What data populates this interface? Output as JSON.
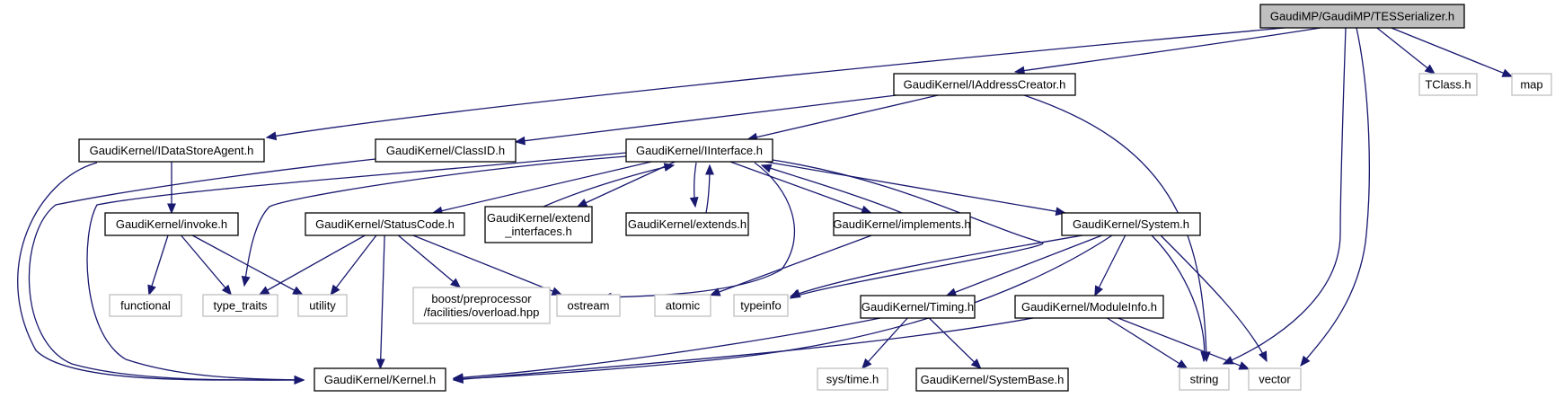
{
  "diagram": {
    "title": "GaudiMP/GaudiMP/TESSerializer.h",
    "colors": {
      "edge": "#191970",
      "root_fill": "#bfbfbf",
      "root_border": "#000000",
      "internal_border": "#000000",
      "external_border": "#bfbfbf",
      "external_text": "#000000"
    },
    "nodes": [
      {
        "id": "root",
        "label": "GaudiMP/GaudiMP/TESSerializer.h",
        "kind": "root"
      },
      {
        "id": "iaddresscreator",
        "label": "GaudiKernel/IAddressCreator.h",
        "kind": "internal"
      },
      {
        "id": "tclass",
        "label": "TClass.h",
        "kind": "external"
      },
      {
        "id": "map",
        "label": "map",
        "kind": "external"
      },
      {
        "id": "idatastoreagent",
        "label": "GaudiKernel/IDataStoreAgent.h",
        "kind": "internal"
      },
      {
        "id": "classid",
        "label": "GaudiKernel/ClassID.h",
        "kind": "internal"
      },
      {
        "id": "iinterface",
        "label": "GaudiKernel/IInterface.h",
        "kind": "internal"
      },
      {
        "id": "invoke",
        "label": "GaudiKernel/invoke.h",
        "kind": "internal"
      },
      {
        "id": "statuscode",
        "label": "GaudiKernel/StatusCode.h",
        "kind": "internal"
      },
      {
        "id": "extend_interfaces",
        "label": [
          "GaudiKernel/extend",
          "_interfaces.h"
        ],
        "kind": "internal"
      },
      {
        "id": "extends",
        "label": "GaudiKernel/extends.h",
        "kind": "internal"
      },
      {
        "id": "implements",
        "label": "GaudiKernel/implements.h",
        "kind": "internal"
      },
      {
        "id": "system",
        "label": "GaudiKernel/System.h",
        "kind": "internal"
      },
      {
        "id": "functional",
        "label": "functional",
        "kind": "external"
      },
      {
        "id": "type_traits",
        "label": "type_traits",
        "kind": "external"
      },
      {
        "id": "utility",
        "label": "utility",
        "kind": "external"
      },
      {
        "id": "boost_overload",
        "label": [
          "boost/preprocessor",
          "/facilities/overload.hpp"
        ],
        "kind": "external"
      },
      {
        "id": "ostream",
        "label": "ostream",
        "kind": "external"
      },
      {
        "id": "atomic",
        "label": "atomic",
        "kind": "external"
      },
      {
        "id": "typeinfo",
        "label": "typeinfo",
        "kind": "external"
      },
      {
        "id": "timing",
        "label": "GaudiKernel/Timing.h",
        "kind": "internal"
      },
      {
        "id": "moduleinfo",
        "label": "GaudiKernel/ModuleInfo.h",
        "kind": "internal"
      },
      {
        "id": "kernel",
        "label": "GaudiKernel/Kernel.h",
        "kind": "internal"
      },
      {
        "id": "systime",
        "label": "sys/time.h",
        "kind": "external"
      },
      {
        "id": "systembase",
        "label": "GaudiKernel/SystemBase.h",
        "kind": "internal"
      },
      {
        "id": "string",
        "label": "string",
        "kind": "external"
      },
      {
        "id": "vector",
        "label": "vector",
        "kind": "external"
      }
    ],
    "edges": [
      {
        "from": "root",
        "to": "iaddresscreator"
      },
      {
        "from": "root",
        "to": "tclass"
      },
      {
        "from": "root",
        "to": "map"
      },
      {
        "from": "root",
        "to": "idatastoreagent"
      },
      {
        "from": "root",
        "to": "string"
      },
      {
        "from": "root",
        "to": "vector"
      },
      {
        "from": "iaddresscreator",
        "to": "classid"
      },
      {
        "from": "iaddresscreator",
        "to": "iinterface"
      },
      {
        "from": "iaddresscreator",
        "to": "string"
      },
      {
        "from": "idatastoreagent",
        "to": "invoke"
      },
      {
        "from": "idatastoreagent",
        "to": "kernel"
      },
      {
        "from": "classid",
        "to": "kernel"
      },
      {
        "from": "iinterface",
        "to": "kernel"
      },
      {
        "from": "iinterface",
        "to": "type_traits"
      },
      {
        "from": "iinterface",
        "to": "statuscode"
      },
      {
        "from": "iinterface",
        "to": "extend_interfaces"
      },
      {
        "from": "iinterface",
        "to": "extends"
      },
      {
        "from": "iinterface",
        "to": "implements"
      },
      {
        "from": "iinterface",
        "to": "system"
      },
      {
        "from": "iinterface",
        "to": "ostream"
      },
      {
        "from": "iinterface",
        "to": "typeinfo"
      },
      {
        "from": "extend_interfaces",
        "to": "iinterface"
      },
      {
        "from": "extends",
        "to": "iinterface"
      },
      {
        "from": "implements",
        "to": "iinterface"
      },
      {
        "from": "implements",
        "to": "atomic"
      },
      {
        "from": "invoke",
        "to": "functional"
      },
      {
        "from": "invoke",
        "to": "type_traits"
      },
      {
        "from": "invoke",
        "to": "utility"
      },
      {
        "from": "statuscode",
        "to": "type_traits"
      },
      {
        "from": "statuscode",
        "to": "utility"
      },
      {
        "from": "statuscode",
        "to": "kernel"
      },
      {
        "from": "statuscode",
        "to": "boost_overload"
      },
      {
        "from": "statuscode",
        "to": "ostream"
      },
      {
        "from": "system",
        "to": "typeinfo"
      },
      {
        "from": "system",
        "to": "kernel"
      },
      {
        "from": "system",
        "to": "timing"
      },
      {
        "from": "system",
        "to": "moduleinfo"
      },
      {
        "from": "system",
        "to": "string"
      },
      {
        "from": "system",
        "to": "vector"
      },
      {
        "from": "timing",
        "to": "kernel"
      },
      {
        "from": "timing",
        "to": "systime"
      },
      {
        "from": "timing",
        "to": "systembase"
      },
      {
        "from": "moduleinfo",
        "to": "kernel"
      },
      {
        "from": "moduleinfo",
        "to": "string"
      },
      {
        "from": "moduleinfo",
        "to": "vector"
      }
    ]
  }
}
